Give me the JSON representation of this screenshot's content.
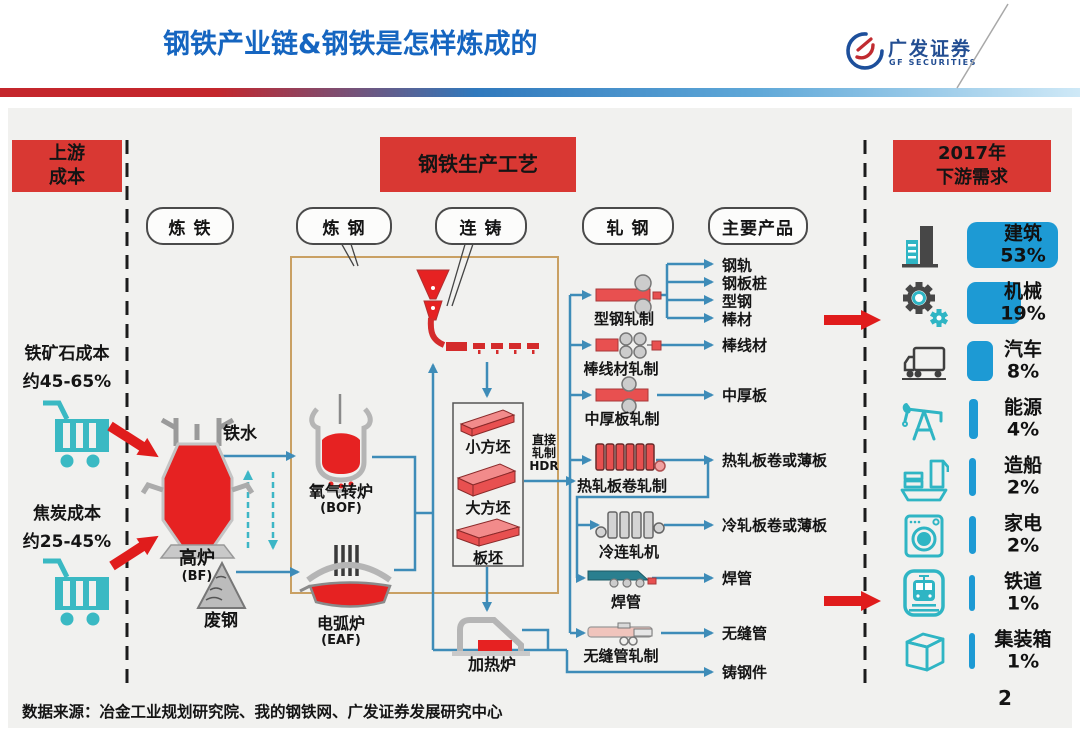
{
  "header": {
    "title": "钢铁产业链&钢铁是怎样炼成的",
    "logo_cn": "广发证券",
    "logo_en": "GF SECURITIES"
  },
  "upstream": {
    "banner_line1": "上游",
    "banner_line2": "成本",
    "costs": [
      {
        "label": "铁矿石成本",
        "value": "约45-65%",
        "icon": "cart-icon"
      },
      {
        "label": "焦炭成本",
        "value": "约25-45%",
        "icon": "cart-icon"
      }
    ]
  },
  "process": {
    "banner": "钢铁生产工艺",
    "stages": [
      "炼 铁",
      "炼 钢",
      "连 铸",
      "轧 钢",
      "主要产品"
    ],
    "labels": {
      "molten_iron": "铁水",
      "blast_furnace": "高炉",
      "blast_furnace_abbr": "(BF)",
      "scrap": "废钢",
      "bof": "氧气转炉",
      "bof_abbr": "(BOF)",
      "eaf": "电弧炉",
      "eaf_abbr": "(EAF)",
      "billet_small": "小方坯",
      "billet_large": "大方坯",
      "slab": "板坯",
      "hdr_line1": "直接",
      "hdr_line2": "轧制",
      "hdr_line3": "HDR",
      "reheat_furnace": "加热炉"
    },
    "mills": [
      "型钢轧制",
      "棒线材轧制",
      "中厚板轧制",
      "热轧板卷轧制",
      "冷连轧机",
      "焊管",
      "无缝管轧制"
    ],
    "products": [
      "钢轨",
      "钢板桩",
      "型钢",
      "棒材",
      "棒线材",
      "中厚板",
      "热轧板卷或薄板",
      "冷轧板卷或薄板",
      "焊管",
      "无缝管",
      "铸钢件"
    ]
  },
  "demand": {
    "banner_line1": "2017年",
    "banner_line2": "下游需求",
    "items": [
      {
        "label": "建筑",
        "pct": "53%",
        "icon": "building-icon"
      },
      {
        "label": "机械",
        "pct": "19%",
        "icon": "gear-icon"
      },
      {
        "label": "汽车",
        "pct": "8%",
        "icon": "truck-icon"
      },
      {
        "label": "能源",
        "pct": "4%",
        "icon": "oil-pump-icon"
      },
      {
        "label": "造船",
        "pct": "2%",
        "icon": "ship-icon"
      },
      {
        "label": "家电",
        "pct": "2%",
        "icon": "washer-icon"
      },
      {
        "label": "铁道",
        "pct": "1%",
        "icon": "train-icon"
      },
      {
        "label": "集装箱",
        "pct": "1%",
        "icon": "container-icon"
      }
    ]
  },
  "footer": {
    "source": "数据来源：冶金工业规划研究院、我的钢铁网、广发证券发展研究中心",
    "page": "2"
  },
  "colors": {
    "accent_red": "#d93833",
    "bar_blue": "#1d9ad4",
    "icon_teal": "#2fb5c4",
    "title_blue": "#1565c0",
    "flow_blue": "#3e8cb8"
  }
}
